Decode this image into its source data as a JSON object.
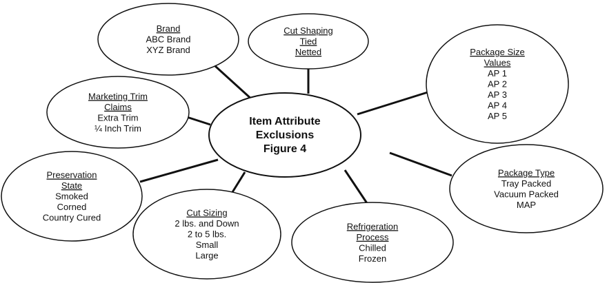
{
  "diagram": {
    "center": {
      "lines": [
        "Item Attribute",
        "Exclusions",
        "Figure 4"
      ]
    },
    "nodes": [
      {
        "id": "brand",
        "title": [
          "Brand"
        ],
        "items": [
          "ABC Brand",
          "XYZ Brand"
        ]
      },
      {
        "id": "cut-shaping",
        "title": [
          "Cut Shaping",
          "Tied",
          "Netted"
        ],
        "items": []
      },
      {
        "id": "package-size",
        "title": [
          "Package Size",
          "Values"
        ],
        "items": [
          "AP 1",
          "AP 2",
          "AP 3",
          "AP 4",
          "AP 5"
        ]
      },
      {
        "id": "marketing-trim",
        "title": [
          "Marketing Trim",
          "Claims"
        ],
        "items": [
          "Extra Trim",
          "¼ Inch Trim"
        ]
      },
      {
        "id": "preservation-state",
        "title": [
          "Preservation",
          "State"
        ],
        "items": [
          "Smoked",
          "Corned",
          "Country Cured"
        ]
      },
      {
        "id": "cut-sizing",
        "title": [
          "Cut Sizing"
        ],
        "items": [
          "2 lbs. and Down",
          "2 to 5 lbs.",
          "Small",
          "Large"
        ]
      },
      {
        "id": "refrigeration-process",
        "title": [
          "Refrigeration",
          "Process"
        ],
        "items": [
          "Chilled",
          "Frozen"
        ]
      },
      {
        "id": "package-type",
        "title": [
          "Package Type"
        ],
        "items": [
          "Tray Packed",
          "Vacuum Packed",
          "MAP"
        ]
      }
    ]
  }
}
